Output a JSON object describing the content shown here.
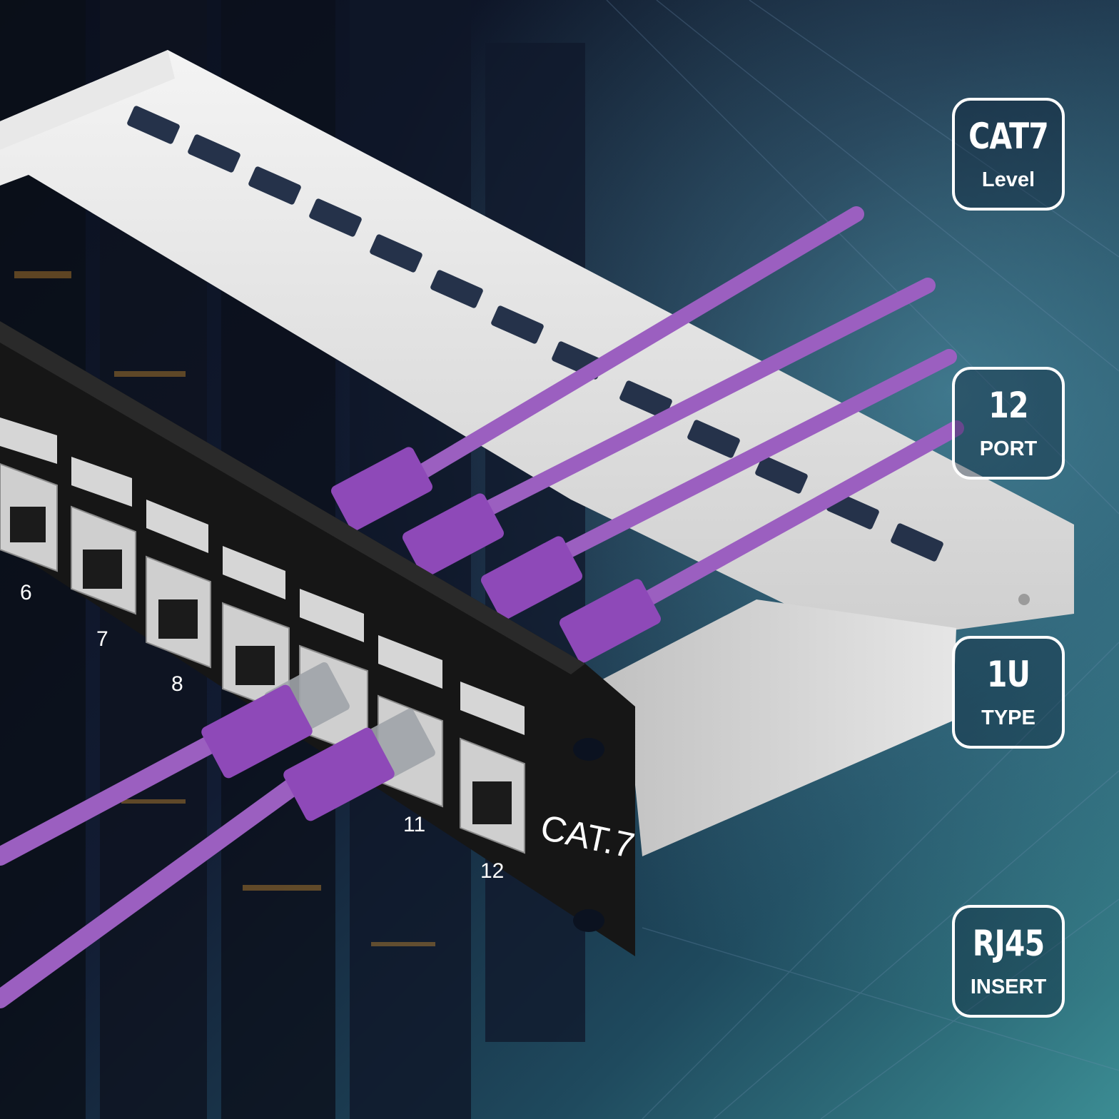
{
  "badges": [
    {
      "main": "CAT7",
      "sub": "Level"
    },
    {
      "main": "12",
      "sub": "PORT"
    },
    {
      "main": "1U",
      "sub": "TYPE"
    },
    {
      "main": "RJ45",
      "sub": "INSERT"
    }
  ],
  "panel": {
    "brand_text": "CAT.7",
    "jack_label": "CAT.7",
    "port_numbers": [
      "6",
      "7",
      "8",
      "11",
      "12"
    ]
  },
  "colors": {
    "cable": "#9b5fc0",
    "panel": "#151515",
    "tray": "#e9e9e9",
    "badge_border": "#ffffff"
  }
}
